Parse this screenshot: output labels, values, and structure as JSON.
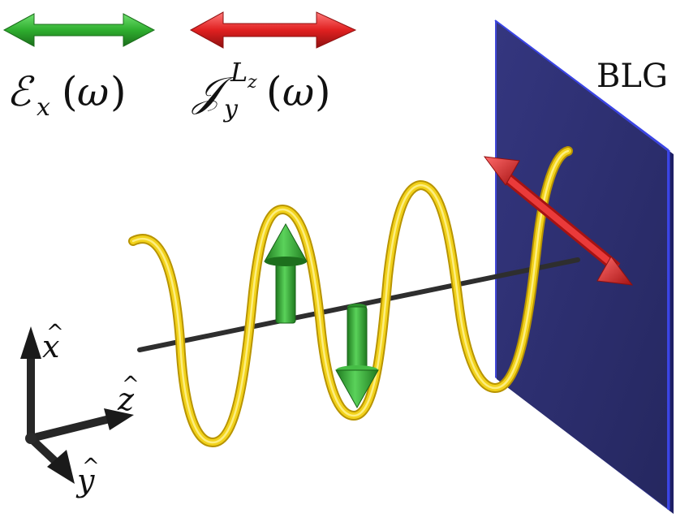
{
  "legend": {
    "field_symbol": "ℰ",
    "field_sub": "x",
    "field_paren_open": "(",
    "field_arg": "ω",
    "field_paren_close": ")",
    "current_symbol": "𝒥",
    "current_sub": "y",
    "current_sup": "L",
    "current_sup_sub": "z",
    "current_paren_open": "(",
    "current_arg": "ω",
    "current_paren_close": ")",
    "field_color": "#2fae2f",
    "current_color": "#e02020"
  },
  "sample": {
    "label": "BLG",
    "color": "#2d2f7a"
  },
  "helix": {
    "color": "#f2d21b"
  },
  "axes": {
    "x_hat": "x",
    "y_hat": "y",
    "z_hat": "z",
    "hat": "^",
    "color": "#222222"
  }
}
